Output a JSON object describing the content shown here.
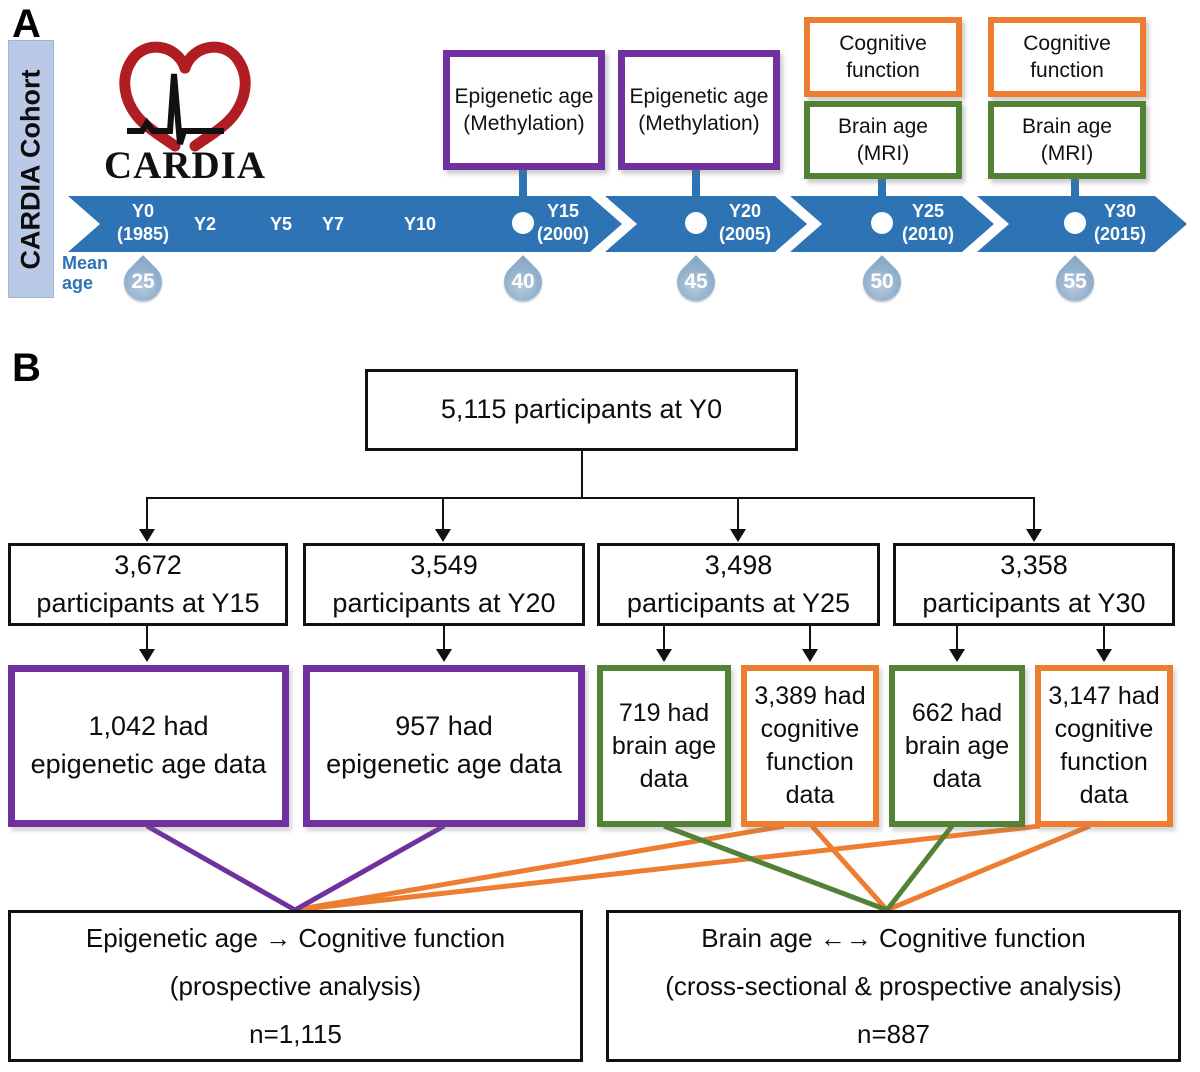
{
  "colors": {
    "timeline_blue": "#2e74b5",
    "purple": "#7030a0",
    "green": "#538135",
    "orange": "#ed7d31",
    "droplet_blue": "#8fafca",
    "sidebar_blue": "#b9c9e6",
    "heart_red": "#b01e23"
  },
  "panel_a": {
    "label": "A",
    "sidebar_title": "CARDIA Cohort",
    "logo_text": "CARDIA",
    "mean_age": {
      "line1": "Mean",
      "line2": "age"
    },
    "ticks": [
      {
        "label": "Y0",
        "year": "(1985)"
      },
      {
        "label": "Y2"
      },
      {
        "label": "Y5"
      },
      {
        "label": "Y7"
      },
      {
        "label": "Y10"
      },
      {
        "label": "Y15",
        "year": "(2000)"
      },
      {
        "label": "Y20",
        "year": "(2005)"
      },
      {
        "label": "Y25",
        "year": "(2010)"
      },
      {
        "label": "Y30",
        "year": "(2015)"
      }
    ],
    "mean_ages": [
      "25",
      "40",
      "45",
      "50",
      "55"
    ],
    "callouts": [
      {
        "line1": "Epigenetic age",
        "line2": "(Methylation)"
      },
      {
        "line1": "Epigenetic age",
        "line2": "(Methylation)"
      },
      {
        "line1": "Cognitive",
        "line2": "function"
      },
      {
        "line1": "Brain age",
        "line2": "(MRI)"
      },
      {
        "line1": "Cognitive",
        "line2": "function"
      },
      {
        "line1": "Brain age",
        "line2": "(MRI)"
      }
    ]
  },
  "panel_b": {
    "label": "B",
    "root": {
      "text": "5,115 participants at Y0"
    },
    "row2": [
      {
        "line1": "3,672",
        "line2": "participants at Y15"
      },
      {
        "line1": "3,549",
        "line2": "participants at Y20"
      },
      {
        "line1": "3,498",
        "line2": "participants at Y25"
      },
      {
        "line1": "3,358",
        "line2": "participants at Y30"
      }
    ],
    "row3": [
      {
        "line1": "1,042 had",
        "line2": "epigenetic age data"
      },
      {
        "line1": "957 had",
        "line2": "epigenetic age data"
      },
      {
        "line1": "719 had",
        "line2": "brain age",
        "line3": "data"
      },
      {
        "line1": "3,389 had",
        "line2": "cognitive",
        "line3": "function",
        "line4": "data"
      },
      {
        "line1": "662 had",
        "line2": "brain age",
        "line3": "data"
      },
      {
        "line1": "3,147 had",
        "line2": "cognitive",
        "line3": "function",
        "line4": "data"
      }
    ],
    "analyses": [
      {
        "line1": "Epigenetic age → Cognitive function",
        "line2": "(prospective analysis)",
        "line3": "n=1,115"
      },
      {
        "line1": "Brain age ←→ Cognitive function",
        "line2": "(cross-sectional & prospective analysis)",
        "line3": "n=887"
      }
    ]
  }
}
